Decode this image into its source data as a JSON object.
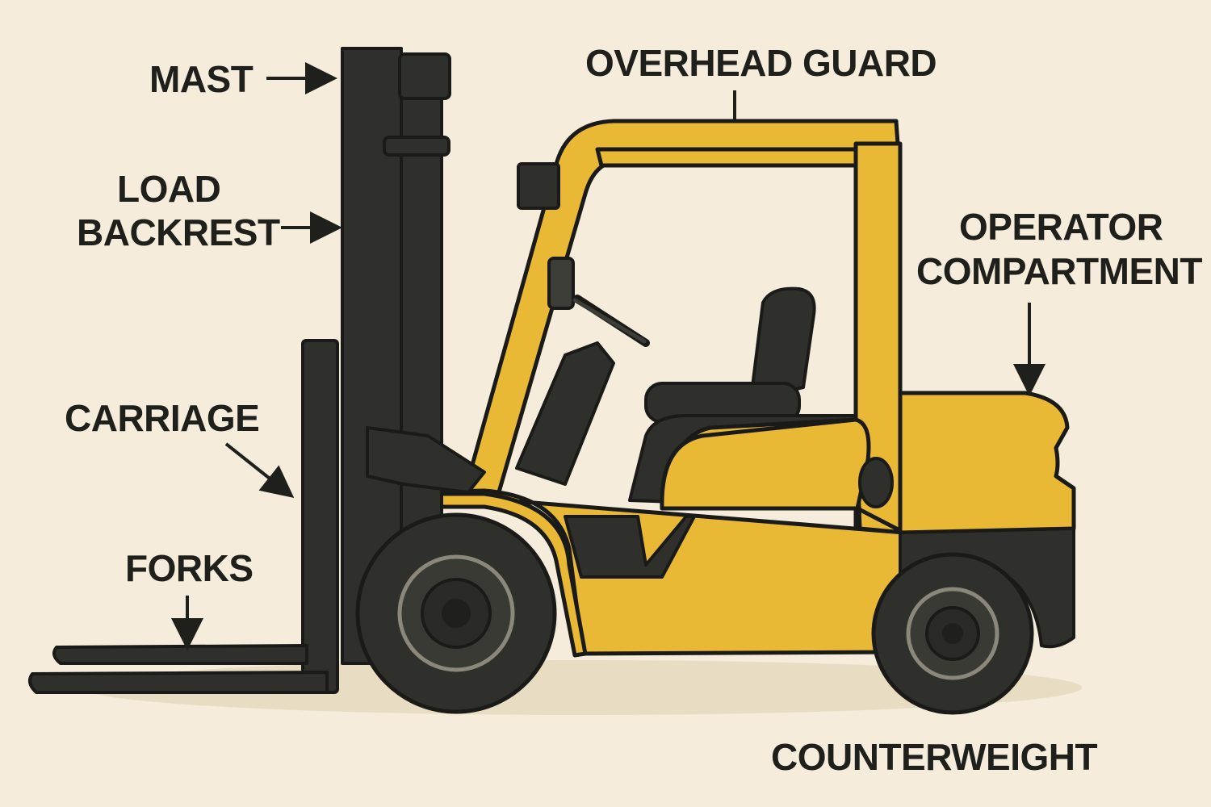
{
  "title": "Forklift parts diagram",
  "labels": {
    "mast": "MAST",
    "load_backrest_1": "LOAD",
    "load_backrest_2": "BACKREST",
    "overhead_guard": "OVERHEAD GUARD",
    "operator_1": "OPERATOR",
    "operator_2": "COMPARTMENT",
    "carriage": "CARRIAGE",
    "forks": "FORKS",
    "counterweight": "COUNTERWEIGHT"
  },
  "colors": {
    "background": "#f6ecdb",
    "body": "#e9b935",
    "dark": "#2f2f2b"
  }
}
